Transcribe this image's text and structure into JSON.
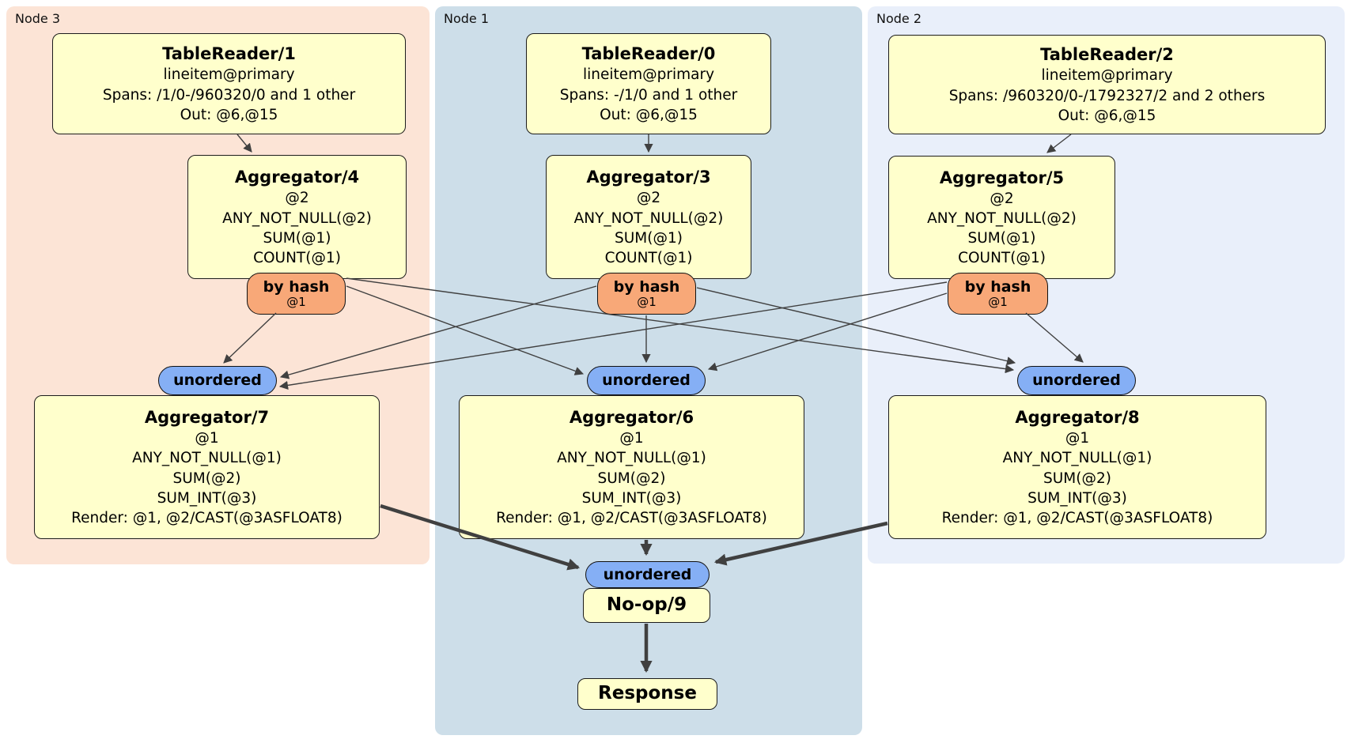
{
  "regions": [
    {
      "label": "Node 3",
      "table_reader": {
        "title": "TableReader/1",
        "lines": [
          "lineitem@primary",
          "Spans: /1/0-/960320/0 and 1 other",
          "Out: @6,@15"
        ]
      },
      "aggregator_top": {
        "title": "Aggregator/4",
        "lines": [
          "@2",
          "ANY_NOT_NULL(@2)",
          "SUM(@1)",
          "COUNT(@1)"
        ]
      },
      "hash_router": {
        "label": "by hash",
        "detail": "@1"
      },
      "sync": {
        "label": "unordered"
      },
      "aggregator_bottom": {
        "title": "Aggregator/7",
        "lines": [
          "@1",
          "ANY_NOT_NULL(@1)",
          "SUM(@2)",
          "SUM_INT(@3)",
          "Render: @1, @2/CAST(@3ASFLOAT8)"
        ]
      }
    },
    {
      "label": "Node 1",
      "table_reader": {
        "title": "TableReader/0",
        "lines": [
          "lineitem@primary",
          "Spans: -/1/0 and 1 other",
          "Out: @6,@15"
        ]
      },
      "aggregator_top": {
        "title": "Aggregator/3",
        "lines": [
          "@2",
          "ANY_NOT_NULL(@2)",
          "SUM(@1)",
          "COUNT(@1)"
        ]
      },
      "hash_router": {
        "label": "by hash",
        "detail": "@1"
      },
      "sync": {
        "label": "unordered"
      },
      "aggregator_bottom": {
        "title": "Aggregator/6",
        "lines": [
          "@1",
          "ANY_NOT_NULL(@1)",
          "SUM(@2)",
          "SUM_INT(@3)",
          "Render: @1, @2/CAST(@3ASFLOAT8)"
        ]
      },
      "final_sync": {
        "label": "unordered"
      },
      "noop": {
        "title": "No-op/9"
      },
      "response": {
        "title": "Response"
      }
    },
    {
      "label": "Node 2",
      "table_reader": {
        "title": "TableReader/2",
        "lines": [
          "lineitem@primary",
          "Spans: /960320/0-/1792327/2 and 2 others",
          "Out: @6,@15"
        ]
      },
      "aggregator_top": {
        "title": "Aggregator/5",
        "lines": [
          "@2",
          "ANY_NOT_NULL(@2)",
          "SUM(@1)",
          "COUNT(@1)"
        ]
      },
      "hash_router": {
        "label": "by hash",
        "detail": "@1"
      },
      "sync": {
        "label": "unordered"
      },
      "aggregator_bottom": {
        "title": "Aggregator/8",
        "lines": [
          "@1",
          "ANY_NOT_NULL(@1)",
          "SUM(@2)",
          "SUM_INT(@3)",
          "Render: @1, @2/CAST(@3ASFLOAT8)"
        ]
      }
    }
  ],
  "colors": {
    "node3_bg": "#fce4d6",
    "node1_bg": "#cddee9",
    "node2_bg": "#e9effa",
    "processor_fill": "#ffffcc",
    "hash_router_fill": "#f8a878",
    "sync_fill": "#85aff5",
    "edge": "#404040"
  }
}
